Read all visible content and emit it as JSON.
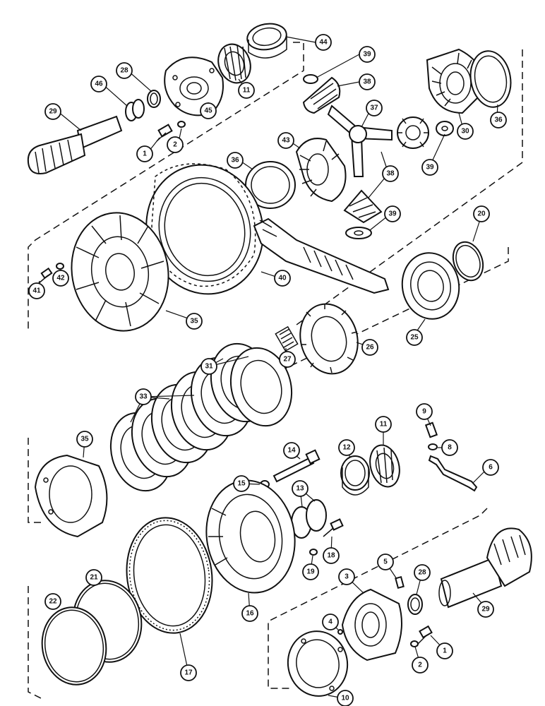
{
  "callouts": [
    {
      "id": "c44",
      "label": "44"
    },
    {
      "id": "c39a",
      "label": "39"
    },
    {
      "id": "c38a",
      "label": "38"
    },
    {
      "id": "c11a",
      "label": "11"
    },
    {
      "id": "c45",
      "label": "45"
    },
    {
      "id": "c28a",
      "label": "28"
    },
    {
      "id": "c46",
      "label": "46"
    },
    {
      "id": "c29a",
      "label": "29"
    },
    {
      "id": "c1a",
      "label": "1"
    },
    {
      "id": "c2a",
      "label": "2"
    },
    {
      "id": "c37",
      "label": "37"
    },
    {
      "id": "c36a",
      "label": "36"
    },
    {
      "id": "c30",
      "label": "30"
    },
    {
      "id": "c43",
      "label": "43"
    },
    {
      "id": "c36b",
      "label": "36"
    },
    {
      "id": "c39b",
      "label": "39"
    },
    {
      "id": "c38b",
      "label": "38"
    },
    {
      "id": "c39c",
      "label": "39"
    },
    {
      "id": "c20",
      "label": "20"
    },
    {
      "id": "c40",
      "label": "40"
    },
    {
      "id": "c41",
      "label": "41"
    },
    {
      "id": "c42",
      "label": "42"
    },
    {
      "id": "c35a",
      "label": "35"
    },
    {
      "id": "c25",
      "label": "25"
    },
    {
      "id": "c27",
      "label": "27"
    },
    {
      "id": "c26",
      "label": "26"
    },
    {
      "id": "c31",
      "label": "31"
    },
    {
      "id": "c33",
      "label": "33"
    },
    {
      "id": "c9",
      "label": "9"
    },
    {
      "id": "c8",
      "label": "8"
    },
    {
      "id": "c35b",
      "label": "35"
    },
    {
      "id": "c14",
      "label": "14"
    },
    {
      "id": "c12",
      "label": "12"
    },
    {
      "id": "c11b",
      "label": "11"
    },
    {
      "id": "c6",
      "label": "6"
    },
    {
      "id": "c15",
      "label": "15"
    },
    {
      "id": "c13",
      "label": "13"
    },
    {
      "id": "c18",
      "label": "18"
    },
    {
      "id": "c19",
      "label": "19"
    },
    {
      "id": "c5",
      "label": "5"
    },
    {
      "id": "c3",
      "label": "3"
    },
    {
      "id": "c28b",
      "label": "28"
    },
    {
      "id": "c29b",
      "label": "29"
    },
    {
      "id": "c21",
      "label": "21"
    },
    {
      "id": "c22",
      "label": "22"
    },
    {
      "id": "c4",
      "label": "4"
    },
    {
      "id": "c16",
      "label": "16"
    },
    {
      "id": "c17",
      "label": "17"
    },
    {
      "id": "c10",
      "label": "10"
    },
    {
      "id": "c2b",
      "label": "2"
    },
    {
      "id": "c1b",
      "label": "1"
    }
  ]
}
